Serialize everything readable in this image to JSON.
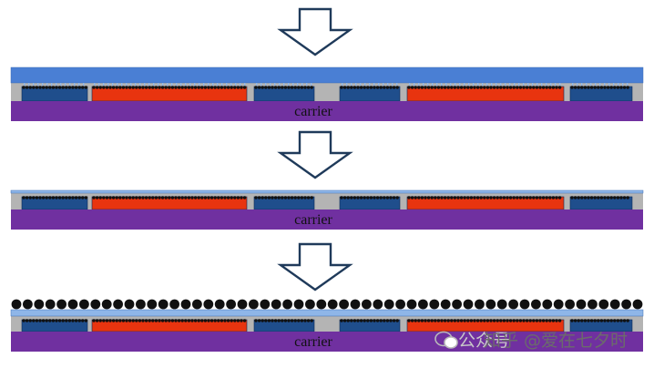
{
  "colors": {
    "carrier": "#7030a0",
    "fill_gray": "#b4b4b4",
    "die_red": "#e8340f",
    "die_blue": "#1f4e8c",
    "mold_blue": "#4a7fd4",
    "rdl_blue": "#8fb6e8",
    "bump_black": "#111111",
    "arrow_stroke": "#1f3a5a"
  },
  "icons": {
    "process_arrow": "down-arrow-icon",
    "watermark_logo": "wechat-logo-icon"
  },
  "stages": [
    {
      "carrier_label": "carrier"
    },
    {
      "carrier_label": "carrier"
    },
    {
      "carrier_label": "carrier"
    }
  ],
  "watermark": {
    "faint": "公众号",
    "text": "知乎 @爱在七夕时"
  }
}
